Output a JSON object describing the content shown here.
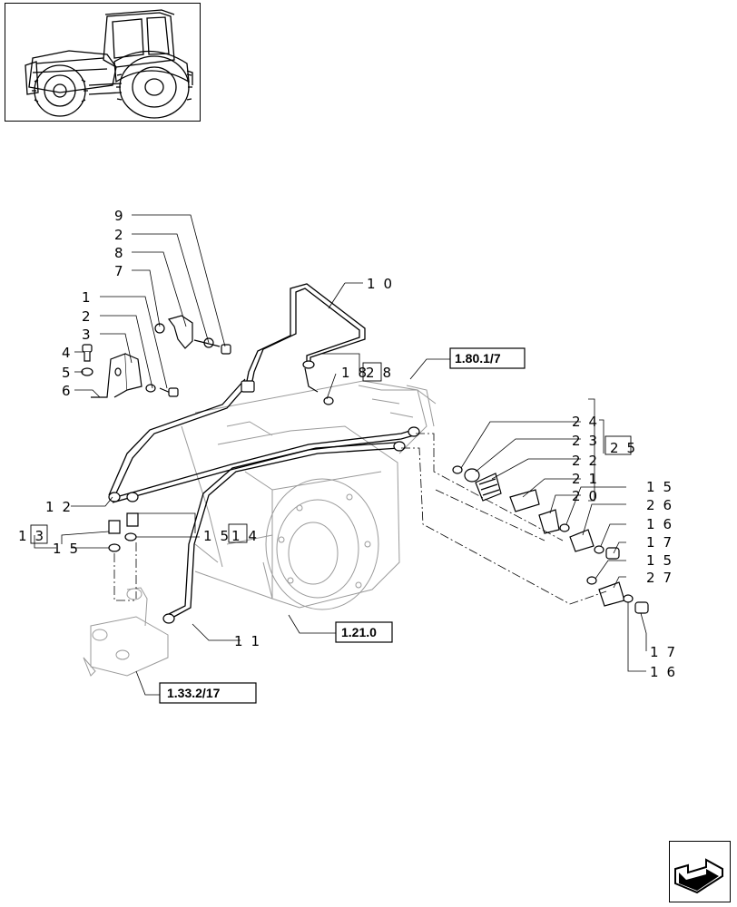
{
  "references": {
    "r1": "1.80.1/7",
    "r2": "1.21.0",
    "r3": "1.33.2/17"
  },
  "callouts": {
    "n9": "9",
    "n2a": "2",
    "n8": "8",
    "n7": "7",
    "n1": "1",
    "n2b": "2",
    "n3": "3",
    "n4": "4",
    "n5": "5",
    "n6": "6",
    "n10": "10",
    "n18": "18",
    "n28": "28",
    "n24": "24",
    "n23": "23",
    "n25": "25",
    "n22": "22",
    "n21": "21",
    "n20": "20",
    "n15a": "15",
    "n26": "26",
    "n16a": "16",
    "n17a": "17",
    "n15b": "15",
    "n27": "27",
    "n17b": "17",
    "n16b": "16",
    "n12": "12",
    "n13": "13",
    "n15c": "15",
    "n15d": "15",
    "n14": "14",
    "n11": "11"
  },
  "icons": {
    "thumbnail": "tractor-thumbnail-icon",
    "nav": "next-page-arrow-icon"
  }
}
